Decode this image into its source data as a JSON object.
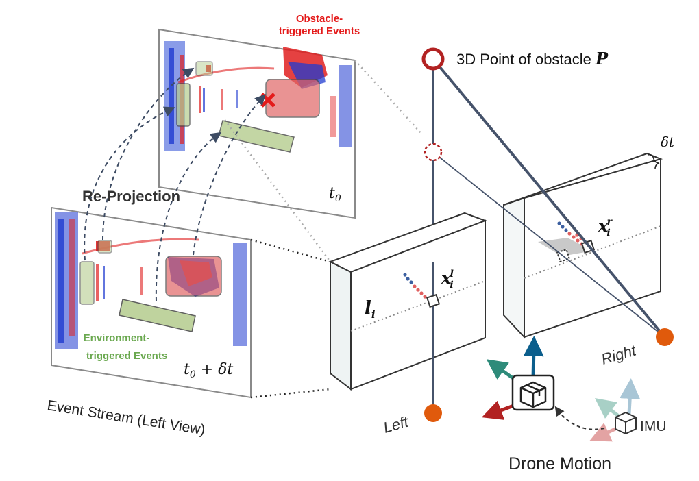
{
  "labels": {
    "obstacle_events": [
      "Obstacle-",
      "triggered Events"
    ],
    "environment_events": [
      "Environment-",
      "triggered Events"
    ],
    "reprojection": "Re-Projection",
    "event_stream": "Event Stream (Left View)",
    "t0": "t",
    "t0_sub": "0",
    "t0_dt": "t",
    "t0_dt_sub": "0",
    "t0_dt_rest": " + δt",
    "delta_t": "δt",
    "point_title": "3D Point of obstacle ",
    "point_symbol": "P",
    "left": "Left",
    "right": "Right",
    "imu": "IMU",
    "drone_motion": "Drone Motion",
    "xl_main": "x",
    "xl_sub": "i",
    "xl_sup": "l",
    "xr_main": "x",
    "xr_sub": "i",
    "xr_sup": "r",
    "li_main": "l",
    "li_sub": "i"
  },
  "colors": {
    "obstacle_red": "#e41b1b",
    "environment_green": "#6aa84f",
    "camera_orange": "#e05a0c",
    "point_dark_red": "#b22222",
    "frame_edge": "#333333",
    "ray_gray": "#46536b",
    "arrow_blue": "#0b5e8c",
    "arrow_teal": "#2e8b7a",
    "arrow_red": "#b22222"
  }
}
